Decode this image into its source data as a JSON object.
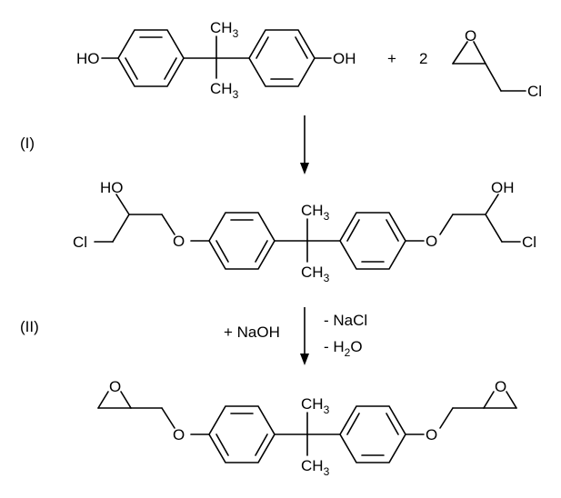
{
  "reaction": {
    "step1": {
      "label": "(I)",
      "bisphenol_a": {
        "hydroxyl_left": "HO",
        "hydroxyl_right": "OH",
        "methyl_top": "CH",
        "methyl_top_sub": "3",
        "methyl_bottom": "CH",
        "methyl_bottom_sub": "3"
      },
      "plus": "+",
      "coefficient": "2",
      "epichlorohydrin": {
        "oxygen": "O",
        "chlorine": "Cl"
      }
    },
    "intermediate": {
      "hydroxyl_left": "HO",
      "hydroxyl_right": "OH",
      "chlorine_left": "Cl",
      "chlorine_right": "Cl",
      "ether_left": "O",
      "ether_right": "O",
      "methyl_top": "CH",
      "methyl_top_sub": "3",
      "methyl_bottom": "CH",
      "methyl_bottom_sub": "3"
    },
    "step2": {
      "label": "(II)",
      "reagent": "+ NaOH",
      "byproduct_1": "- NaCl",
      "byproduct_2_prefix": "- H",
      "byproduct_2_sub": "2",
      "byproduct_2_suffix": "O"
    },
    "product": {
      "epoxide_oxygen_left": "O",
      "epoxide_oxygen_right": "O",
      "ether_left": "O",
      "ether_right": "O",
      "methyl_top": "CH",
      "methyl_top_sub": "3",
      "methyl_bottom": "CH",
      "methyl_bottom_sub": "3"
    }
  }
}
